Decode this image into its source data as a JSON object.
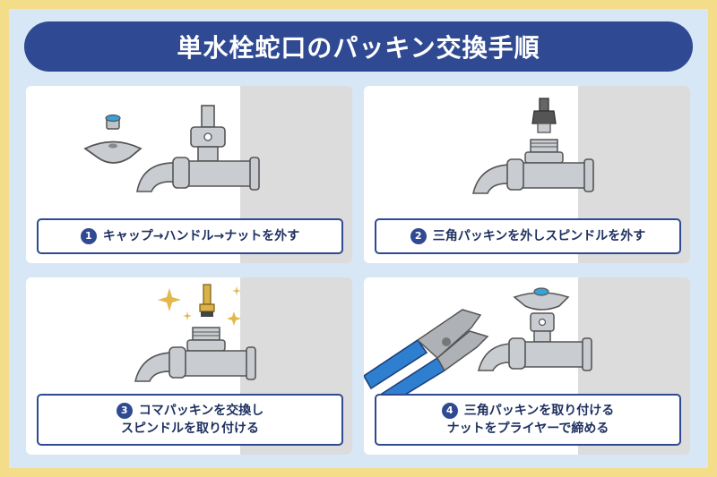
{
  "title": "単水栓蛇口のパッキン交換手順",
  "steps": [
    {
      "num": "1",
      "lines": [
        "キャップ→ハンドル→ナットを外す"
      ]
    },
    {
      "num": "2",
      "lines": [
        "三角パッキンを外しスピンドルを外す"
      ]
    },
    {
      "num": "3",
      "lines": [
        "コマパッキンを交換し",
        "スピンドルを取り付ける"
      ]
    },
    {
      "num": "4",
      "lines": [
        "三角パッキンを取り付ける",
        "ナットをプライヤーで締める"
      ]
    }
  ],
  "colors": {
    "accent": "#2f4a92",
    "border": "#f3dd8a",
    "background": "#d7e7f5",
    "cap_blue": "#3aa0d8",
    "wall": "#dcdcdc"
  }
}
